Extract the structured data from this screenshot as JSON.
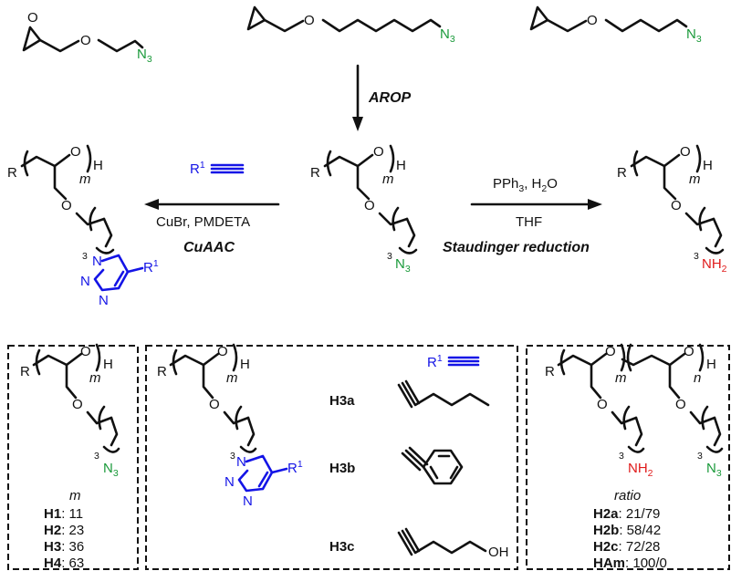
{
  "monomers": {
    "azide": "N",
    "azide_sub": "3"
  },
  "arrows": {
    "arop": "AROP",
    "cuaac_reagent_r": "R",
    "cuaac_reagent_r_sup": "1",
    "cuaac_catalyst": "CuBr, PMDETA",
    "cuaac_name": "CuAAC",
    "staud_reagent_a": "PPh",
    "staud_reagent_a_sub": "3",
    "staud_reagent_b": ", H",
    "staud_reagent_b_sub": "2",
    "staud_reagent_c": "O",
    "staud_solvent": "THF",
    "staud_name": "Staudinger reduction"
  },
  "polymer": {
    "R": "R",
    "O": "O",
    "H": "H",
    "m": "m",
    "n": "n",
    "three": "3",
    "azide": "N",
    "azide_sub": "3",
    "amine": "NH",
    "amine_sub": "2",
    "triazole_n1": "N",
    "triazole_n2": "N",
    "triazole_n3": "N",
    "r1": "R",
    "r1_sup": "1"
  },
  "box1": {
    "header": "m",
    "rows": [
      {
        "name": "H1",
        "value": ": 11"
      },
      {
        "name": "H2",
        "value": ": 23"
      },
      {
        "name": "H3",
        "value": ": 36"
      },
      {
        "name": "H4",
        "value": ": 63"
      }
    ]
  },
  "box2": {
    "reagent_r": "R",
    "reagent_sup": "1",
    "labels": [
      "H3a",
      "H3b",
      "H3c"
    ],
    "oh": "OH"
  },
  "box3": {
    "header": "ratio",
    "rows": [
      {
        "name": "H2a",
        "value": ": 21/79"
      },
      {
        "name": "H2b",
        "value": ": 58/42"
      },
      {
        "name": "H2c",
        "value": ": 72/28"
      },
      {
        "name": "HAm",
        "value": ": 100/0"
      }
    ]
  }
}
